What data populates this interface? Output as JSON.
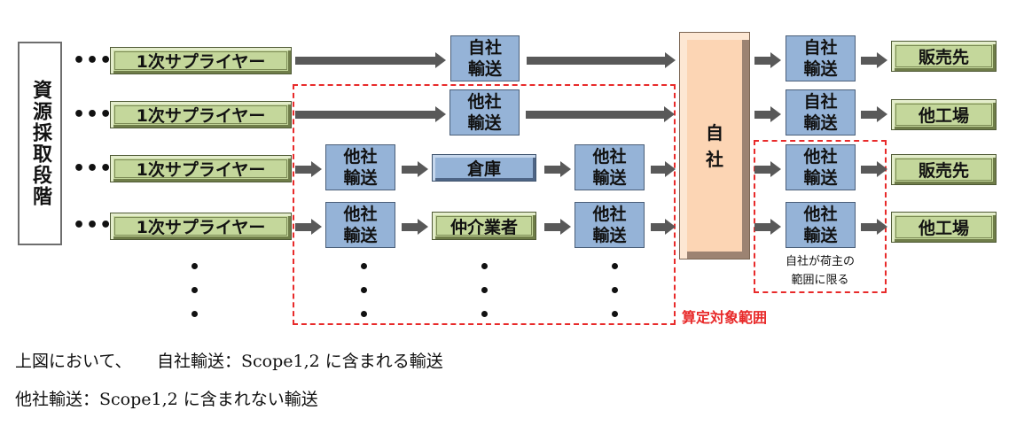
{
  "stage_label": "資源採取段階",
  "continuation_dots": "•••",
  "suppliers": [
    {
      "label": "1次サプライヤー"
    },
    {
      "label": "1次サプライヤー"
    },
    {
      "label": "1次サプライヤー"
    },
    {
      "label": "1次サプライヤー"
    }
  ],
  "upstream_transport": {
    "row1": {
      "line1": "自社",
      "line2": "輸送"
    },
    "row2": {
      "line1": "他社",
      "line2": "輸送"
    },
    "row3_left": {
      "line1": "他社",
      "line2": "輸送"
    },
    "row3_right": {
      "line1": "他社",
      "line2": "輸送"
    },
    "row4_left": {
      "line1": "他社",
      "line2": "輸送"
    },
    "row4_right": {
      "line1": "他社",
      "line2": "輸送"
    }
  },
  "intermediaries": {
    "warehouse": "倉庫",
    "broker": "仲介業者"
  },
  "company": {
    "line1": "自",
    "line2": "社"
  },
  "downstream_transport": [
    {
      "line1": "自社",
      "line2": "輸送"
    },
    {
      "line1": "自社",
      "line2": "輸送"
    },
    {
      "line1": "他社",
      "line2": "輸送"
    },
    {
      "line1": "他社",
      "line2": "輸送"
    }
  ],
  "destinations": [
    {
      "label": "販売先"
    },
    {
      "label": "他工場"
    },
    {
      "label": "販売先"
    },
    {
      "label": "他工場"
    }
  ],
  "scope_label": "算定対象範囲",
  "shipper_note": {
    "line1": "自社が荷主の",
    "line2": "範囲に限る"
  },
  "caption": {
    "line1": "上図において、　　自社輸送：Scope1,2 に含まれる輸送",
    "line2": "他社輸送：Scope1,2 に含まれない輸送"
  },
  "colors": {
    "supplier_green": "#c4d79b",
    "transport_blue": "#95b3d7",
    "company_peach": "#fcd5b4",
    "scope_red": "#e82a2a",
    "arrow_gray": "#595959"
  }
}
